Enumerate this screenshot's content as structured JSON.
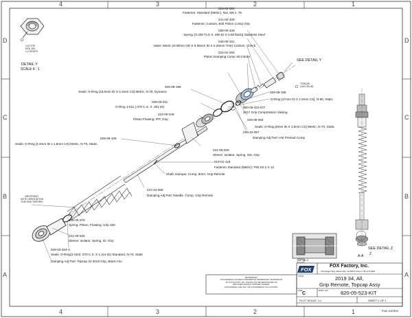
{
  "border": {
    "columns_top": [
      "4",
      "3",
      "2",
      "1"
    ],
    "columns_bottom": [
      "4",
      "3",
      "2",
      "1"
    ],
    "rows_left": [
      "D",
      "C",
      "B",
      "A"
    ],
    "rows_right": [
      "D",
      "C",
      "B",
      "A"
    ]
  },
  "detail_y": {
    "label": "DETAIL  Y",
    "scale": "SCALE  4 : 1",
    "note": "LOCTITE\nRED 263\n1-2 DROPS"
  },
  "detail_z_label": "SEE DETAIL  Z",
  "detail_z_sub": "Z",
  "detail_y_callout": "SEE DETAIL  Y",
  "section_label": "A-A",
  "section_detail_label": "DETAIL Z",
  "torque_note": "TORQUE\n(10±1 IN-LB)",
  "important_note": "IMPORTANT:\nNOTE ORIENTATION\nTHIS END TAPERED",
  "callouts": {
    "c019_02_025": "019-02-025",
    "fastener_nut": "Fastener, Standard (Metric), Nut, M6 x .75",
    "c241_02_106": "241-02-106",
    "fastener_bolt": "Fastener, Custom, Bolt Piston Comp Grip",
    "c038_00_349": "038-00-349",
    "spring_disc": "Spring: [0.200 TLG X .490 ID X 0.50 lbs/in] Stainless Steel",
    "c045_00_151": "045-00-151",
    "valve_check": "Valve: Metric (8.00mm OD X 5.55mm ID X 0.25mm THK) Custom, Check",
    "c222_01_293": "222-01-293",
    "piston_damping": "Piston Damping Comp 20.0 Bore",
    "c029_08_196": "029-08-196",
    "seals_oring_16": "Seals: O-Ring [16.0mm ID X 2.3mm CS] Metric, N-70, Dynamic",
    "c029_08_188": "029-08-188",
    "oring_17": "O-Ring [17mm ID X 1.5mm CS], N-90, Static",
    "c029_03_011": "029-03-011",
    "oring_1_011": "O-Ring 1-011 (.070 C.S. X .301 ID)",
    "c820_05_331": "820-05-331-KIT",
    "grip_comp_valving": "2017 Grip Compression Valving",
    "c223_00_049": "223-00-049",
    "piston_floating_ifp": "Piston Floating: IFP, Grip",
    "c029_08_084": "029-08-084",
    "seals_oring_8": "Seals: O-Ring [8mm ID X 1.5mm CS] Metric, N-70, Static",
    "c210_22_057": "210-22-057",
    "damping_hat": "Damping Adj Part: Hat Preload Comp",
    "c029_08_108": "029-08-108",
    "seals_oring_4": "Seals: O-Ring [4.0mm ID x 1.5mm CS] Metric, N-70, Static",
    "c231_00_026": "231-00-026",
    "sleeve_od": "Sleeve: Isolator, Spring, OD, Grip",
    "c019_01_116": "019-01-116",
    "fastener_pin": "Fastener Standard (Metric): PIN SS 2 X 12",
    "shaft": "Shaft, Damper, Comp, 8mm, Grip Remote",
    "c210_24_066": "210-24-066",
    "needle": "Damping Adj Part: Needle, Comp, Grip Remote",
    "c028_00_378": "028-00-378",
    "spring_piston": "Spring, Piston, Floating, Grip 160",
    "c231_00_025": "231-00-025",
    "sleeve_id": "Sleeve: Isolator, Spring, ID, Grip",
    "c029_03_024": "029-03-024-A",
    "seals_oring_024": "Seals: O-Ring(1-024) .070 C.S. X 1.114 ID) Standard, N-70, Static",
    "topcap": "Damping Adj Part: Topcap 34 2018 Grip, Black Ano"
  },
  "title_block": {
    "company": "FOX Factory, Inc.",
    "address": "130 Hangar Way, Watsonville, CA 95076 USA  ph. 831.274.6500",
    "title_label": "TITLE",
    "title_line1": "2019 34, All,",
    "title_line2": "Grip Remote, Topcap Assy",
    "size_label": "SIZE",
    "size": "C",
    "dwg_label": "DWG. NO.",
    "dwg_no": "820-05-523-KIT",
    "plot_scale": "PLOT SCALE: 1:1",
    "sheet": "SHEET 1 OF 1",
    "proprietary": "PROPRIETARY\nTHIS DRAWING CONTAINS CONFIDENTIAL PROPRIETARY INFORMATION\nOF FOX FACTORY, INC. AND MAY NOT BE REPRODUCED OR\nDISCLOSED WITHOUT WRITTEN CONSENT.\nFOR INTERNAL USE ONLY OR AUTHORIZED BY FOX FACTORY",
    "proe_label": "ProE ASSEM"
  }
}
